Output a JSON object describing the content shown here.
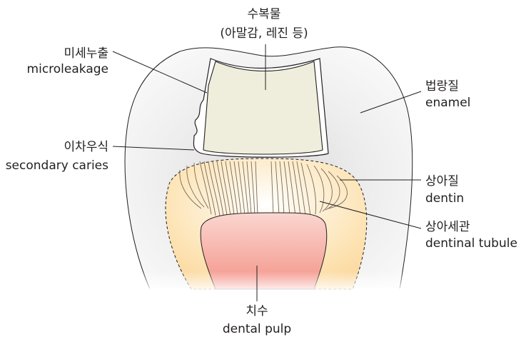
{
  "labels": {
    "restoration": {
      "ko": "수복물",
      "detail": "(아말감, 레진 등)"
    },
    "microleakage": {
      "ko": "미세누출",
      "en": "microleakage"
    },
    "secondary_caries": {
      "ko": "이차우식",
      "en": "secondary caries"
    },
    "enamel": {
      "ko": "법랑질",
      "en": "enamel"
    },
    "dentin": {
      "ko": "상아질",
      "en": "dentin"
    },
    "dentinal_tubule": {
      "ko": "상아세관",
      "en": "dentinal tubule"
    },
    "pulp": {
      "ko": "치수",
      "en": "dental pulp"
    }
  },
  "colors": {
    "enamel": "#f2f2f2",
    "restoration": "#efeedd",
    "dentin": "#fde9c4",
    "pulp_top": "#f7c9c4",
    "pulp_bottom": "#f49a90",
    "outline": "#231f20"
  }
}
